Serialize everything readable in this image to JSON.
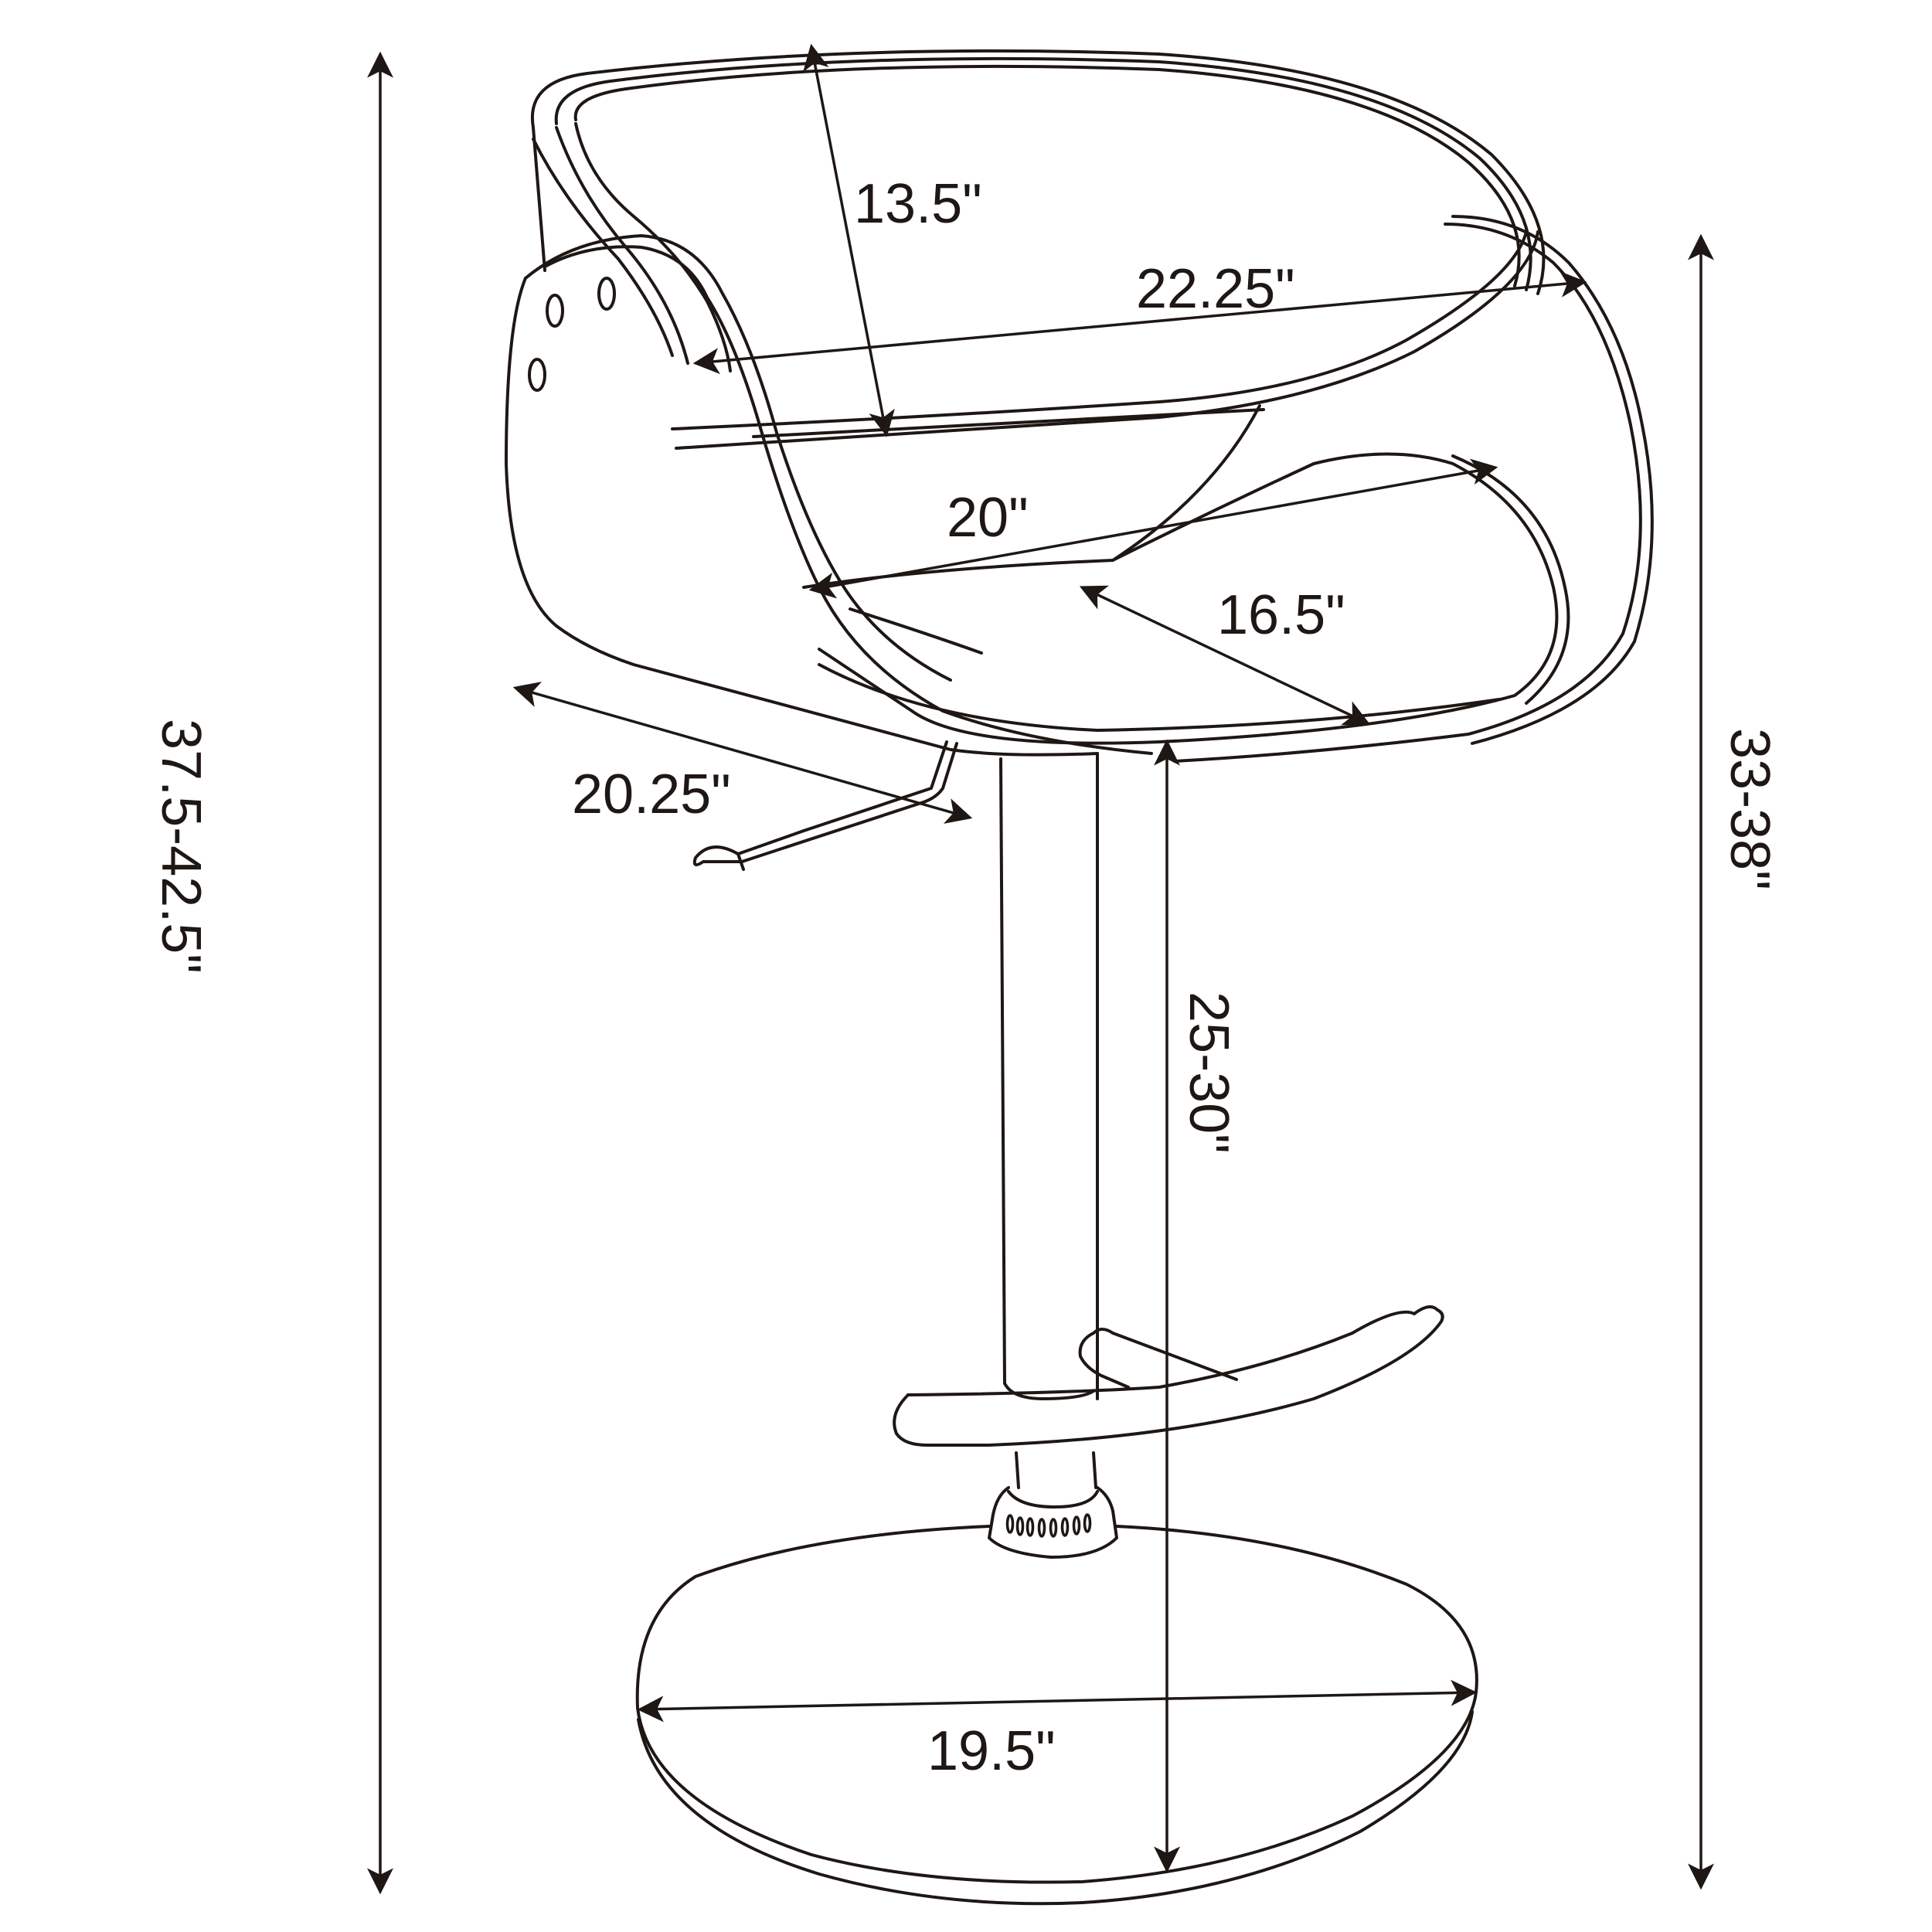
{
  "title": "Adjustable bar stool dimension drawing",
  "colors": {
    "line": "#1e1714",
    "background": "#ffffff"
  },
  "dimensions": {
    "overall_height": "37.5-42.5\"",
    "seat_top_height": "33-38\"",
    "seat_height_from_floor": "25-30\"",
    "back_height": "13.5\"",
    "overall_width": "22.25\"",
    "seat_width": "20\"",
    "seat_depth": "16.5\"",
    "overall_depth": "20.25\"",
    "base_diameter": "19.5\""
  }
}
